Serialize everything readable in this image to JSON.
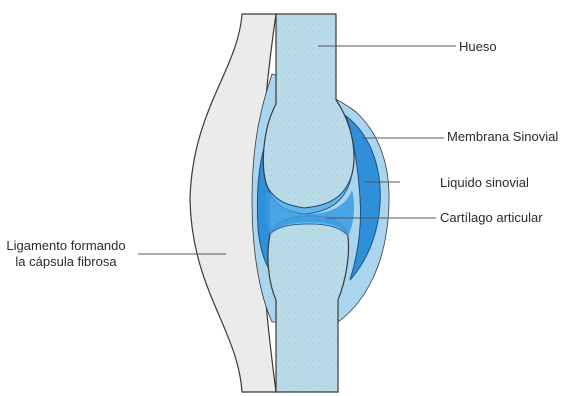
{
  "labels": {
    "hueso": "Hueso",
    "membrana": "Membrana Sinovial",
    "liquido": "Liquido sinovial",
    "cartilago": "Cartílago articular",
    "ligamento": "Ligamento formando la cápsula fibrosa"
  },
  "colors": {
    "bone": "#b9dbe8",
    "bone_speckle": "#9fc9db",
    "synovial_fluid": "#a9d6ee",
    "synovial_membrane": "#2f8fd8",
    "cartilage": "#62b4ea",
    "ligament": "#ebebeb",
    "outline": "#3a3a3a",
    "leader_line": "#555555"
  }
}
